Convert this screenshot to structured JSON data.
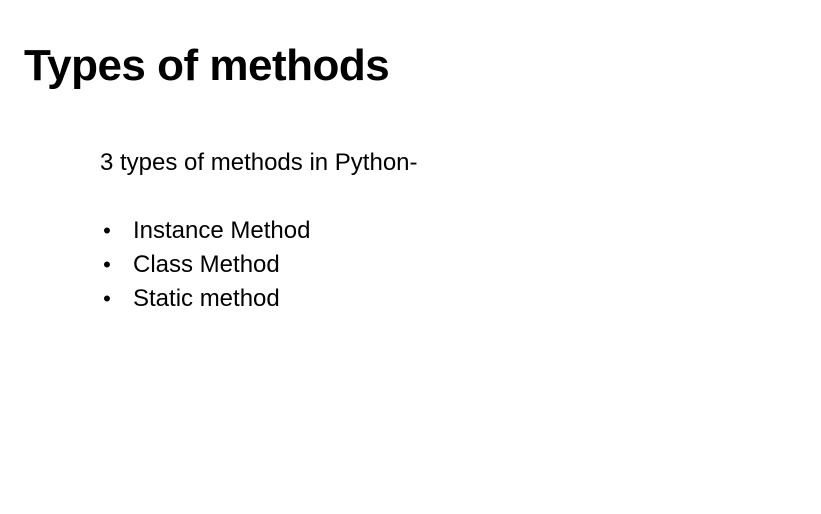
{
  "slide": {
    "title": "Types of methods",
    "intro": "3 types of methods in Python-",
    "bullets": [
      {
        "symbol": "•",
        "text": "Instance Method"
      },
      {
        "symbol": "•",
        "text": "Class Method"
      },
      {
        "symbol": "•",
        "text": "Static method"
      }
    ]
  }
}
